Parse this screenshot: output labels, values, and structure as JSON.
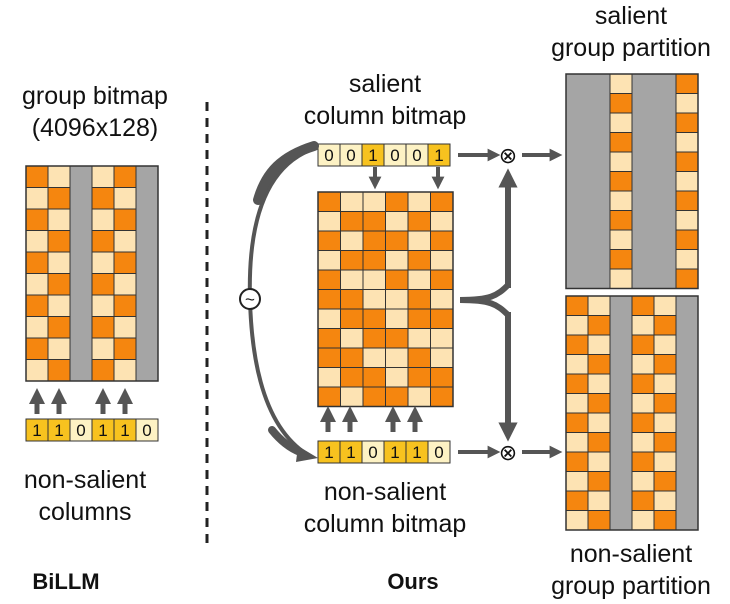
{
  "colors": {
    "orange": "#f5860f",
    "beige": "#fde3b3",
    "gray": "#a5a5a5",
    "bit_yellow": "#f7c21f",
    "bit_pale": "#fdf2c4",
    "arrow": "#555555",
    "border": "#333333"
  },
  "left": {
    "title_line1": "group bitmap",
    "title_line2": "(4096x128)",
    "bitmap_label_line1": "non-salient",
    "bitmap_label_line2": "columns",
    "bits": [
      "1",
      "1",
      "0",
      "1",
      "1",
      "0"
    ],
    "method": "BiLLM"
  },
  "right": {
    "salient_label_line1": "salient",
    "salient_label_line2": "column bitmap",
    "salient_bits": [
      "0",
      "0",
      "1",
      "0",
      "0",
      "1"
    ],
    "nonsalient_label_line1": "non-salient",
    "nonsalient_label_line2": "column bitmap",
    "nonsalient_bits": [
      "1",
      "1",
      "0",
      "1",
      "1",
      "0"
    ],
    "salient_partition_line1": "salient",
    "salient_partition_line2": "group partition",
    "nonsalient_partition_line1": "non-salient",
    "nonsalient_partition_line2": "group partition",
    "complement_symbol": "~",
    "multiply_symbol": "⊗",
    "method": "Ours"
  }
}
